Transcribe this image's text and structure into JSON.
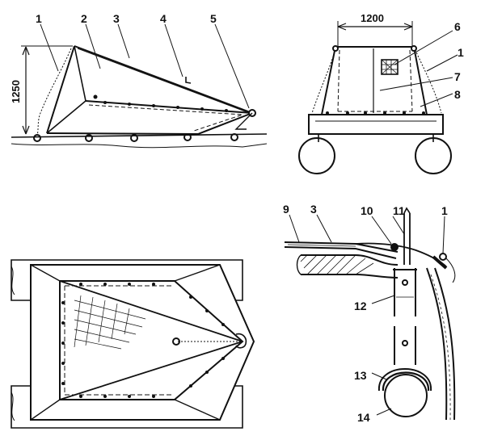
{
  "views": {
    "side": {
      "dimension_height": "1250",
      "labels": [
        "1",
        "2",
        "3",
        "4",
        "5"
      ]
    },
    "front": {
      "dimension_width": "1200",
      "labels": [
        "6",
        "1",
        "7",
        "8"
      ]
    },
    "plan": {},
    "detail": {
      "labels": [
        "9",
        "3",
        "10",
        "11",
        "1",
        "12",
        "13",
        "14"
      ]
    }
  },
  "colors": {
    "ink": "#111111",
    "paper": "#ffffff"
  }
}
